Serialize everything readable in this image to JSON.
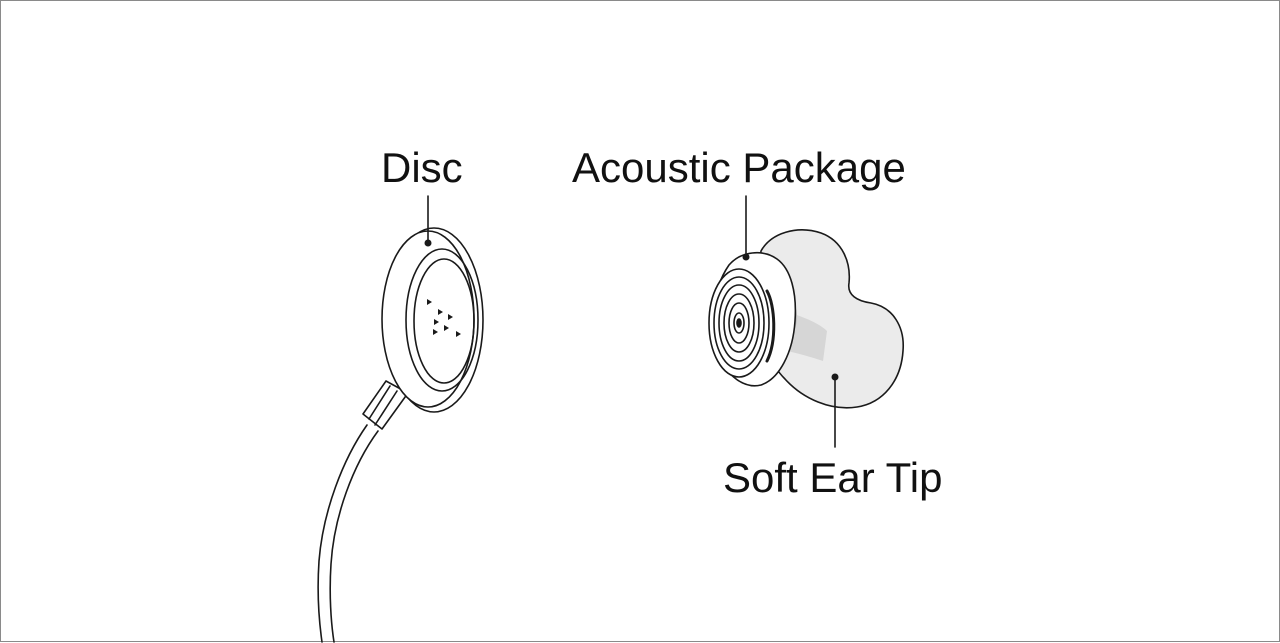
{
  "labels": {
    "disc": "Disc",
    "acoustic_package": "Acoustic Package",
    "soft_ear_tip": "Soft Ear Tip"
  },
  "colors": {
    "line": "#1a1a1a",
    "tip_fill": "#ebebeb",
    "tip_band": "#d6d6d6",
    "background": "#ffffff",
    "border": "#8a8a8a"
  }
}
